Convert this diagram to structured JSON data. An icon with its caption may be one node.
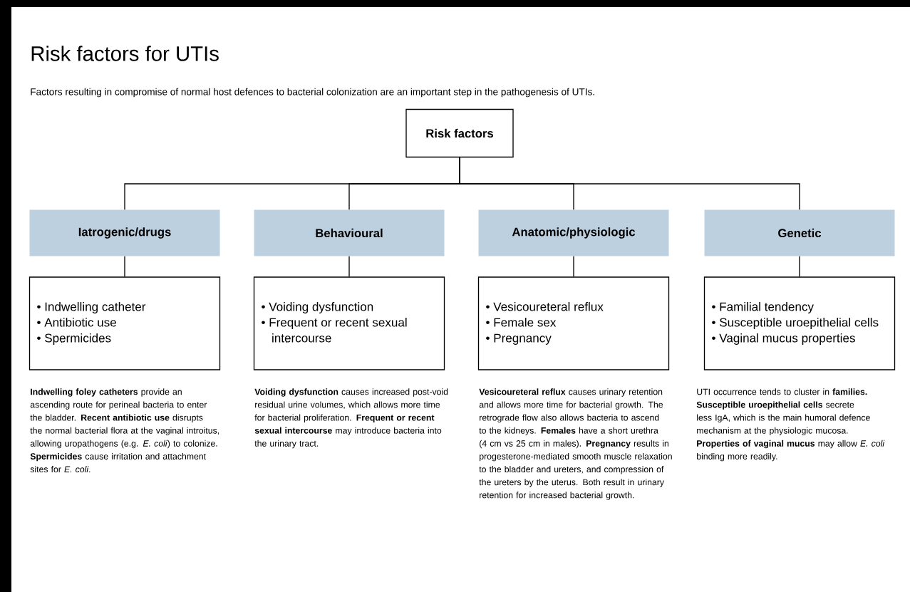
{
  "diagram": {
    "title": "Risk factors for UTIs",
    "nodes": [
      {
        "text": [
          "Risk factors"
        ]
      },
      {
        "text": [
          "Iatrogenic/drugs"
        ]
      },
      {
        "text": [
          "Behavioural"
        ]
      },
      {
        "text": [
          "Anatomic/physiologic"
        ]
      },
      {
        "text": [
          "Genetic"
        ]
      },
      {
        "text": [
          "• Indwelling catheter",
          "• Antibiotic use",
          "• Spermicides"
        ],
        "beside": [
          "**Indwelling foley catheters** provide an ascending route for perineal bacteria to enter the bladder. **Recent antibiotic use** disrupts the normal bacterial flora at the vaginal introitus, allowing uropathogens (e.g. *E. coli*) to colonize. **Spermicides** cause irritation and attachment sites for *E. coli*."
        ]
      },
      {
        "text": [
          "• Voiding dysfunction",
          "• Frequent or recent sexual intercourse"
        ],
        "beside": [
          "**Voiding dysfunction** causes increased post-void residual urine volumes, which allows more time for bacterial proliferation. **Frequent or recent sexual intercourse** may introduce bacteria into the urinary tract."
        ]
      },
      {
        "text": [
          "• Vesicoureteral reflux",
          "• Female sex",
          "• Pregnancy"
        ],
        "beside": [
          "**Vesicoureteral reflux** causes urinary retention and allows more time for bacterial growth. The retrograde flow also allows bacteria to ascend to the kidneys. **Females** have a short urethra (4 cm vs 25 cm in males). **Pregnancy** results in progesterone-mediated smooth muscle relaxation to the bladder and ureters, and compression of the ureters by the uterus. Both result in urinary retention for increased bacterial growth."
        ]
      },
      {
        "text": [
          "• Familial tendency",
          "• Susceptible uroepithelial cells",
          "• Vaginal mucus properties"
        ],
        "beside": [
          "UTI occurrence tends to cluster in **families. Susceptible uroepithelial cells** secrete less IgA, which is the main humoral defence mechanism at the physiologic mucosa. **Properties of vaginal mucus** may allow *E. coli* binding more readily."
        ]
      }
    ],
    "edges": [
      {
        "from": 0,
        "to": 1,
        "arrow": "none"
      },
      {
        "from": 0,
        "to": 2,
        "arrow": "none"
      },
      {
        "from": 0,
        "to": 3,
        "arrow": "none"
      },
      {
        "from": 0,
        "to": 4,
        "arrow": "none"
      },
      {
        "from": 1,
        "to": 5,
        "arrow": "none"
      },
      {
        "from": 2,
        "to": 6,
        "arrow": "none"
      },
      {
        "from": 3,
        "to": 7,
        "arrow": "none"
      },
      {
        "from": 4,
        "to": 8,
        "arrow": "none"
      }
    ],
    "labels": [
      "Factors resulting in compromise of normal host defences to bacterial colonization are an important step in the pathogenesis of UTIs."
    ]
  }
}
